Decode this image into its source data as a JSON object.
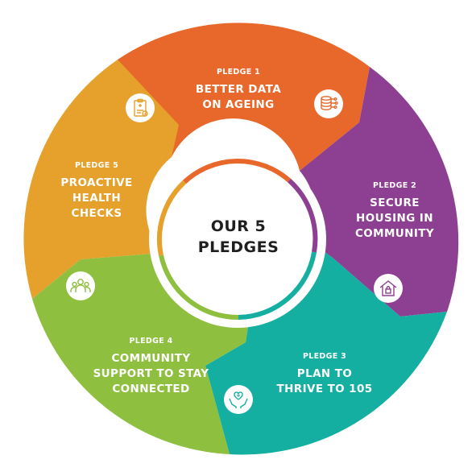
{
  "center": {
    "line1": "OUR 5",
    "line2": "PLEDGES"
  },
  "pledges": [
    {
      "number": "PLEDGE 1",
      "line1": "BETTER DATA",
      "line2": "ON AGEING",
      "line3": "",
      "color": "#E8682B",
      "icon": "database-icon"
    },
    {
      "number": "PLEDGE 2",
      "line1": "SECURE",
      "line2": "HOUSING IN",
      "line3": "COMMUNITY",
      "color": "#8D3F92",
      "icon": "house-lock-icon"
    },
    {
      "number": "PLEDGE 3",
      "line1": "PLAN TO",
      "line2": "THRIVE TO 105",
      "line3": "",
      "color": "#14AFA1",
      "icon": "hands-heart-icon"
    },
    {
      "number": "PLEDGE 4",
      "line1": "COMMUNITY",
      "line2": "SUPPORT TO STAY",
      "line3": "CONNECTED",
      "color": "#8EBF3F",
      "icon": "people-icon"
    },
    {
      "number": "PLEDGE 5",
      "line1": "PROACTIVE",
      "line2": "HEALTH",
      "line3": "CHECKS",
      "color": "#E5A12B",
      "icon": "clipboard-icon"
    }
  ]
}
